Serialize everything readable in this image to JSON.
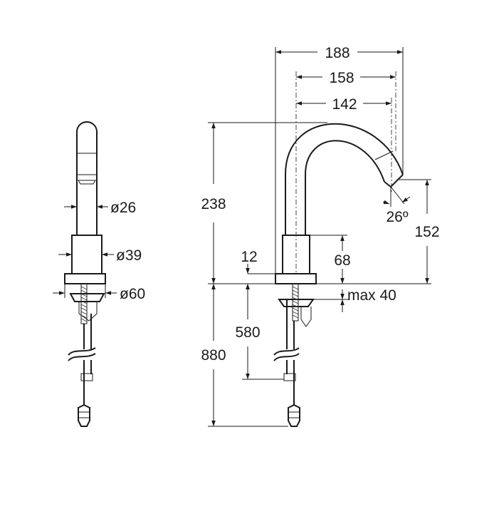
{
  "side_view": {
    "diameters": {
      "spout": "ø26",
      "body": "ø39",
      "base": "ø60"
    }
  },
  "front_view": {
    "dimensions": {
      "reach_total": "188",
      "reach_mid": "158",
      "reach_inner": "142",
      "height_total": "238",
      "spout_clearance": "152",
      "spout_angle": "26º",
      "body_height": "68",
      "base_thickness": "12",
      "max_deck_thickness": "max 40",
      "shank_length": "580",
      "hose_length": "880"
    }
  }
}
